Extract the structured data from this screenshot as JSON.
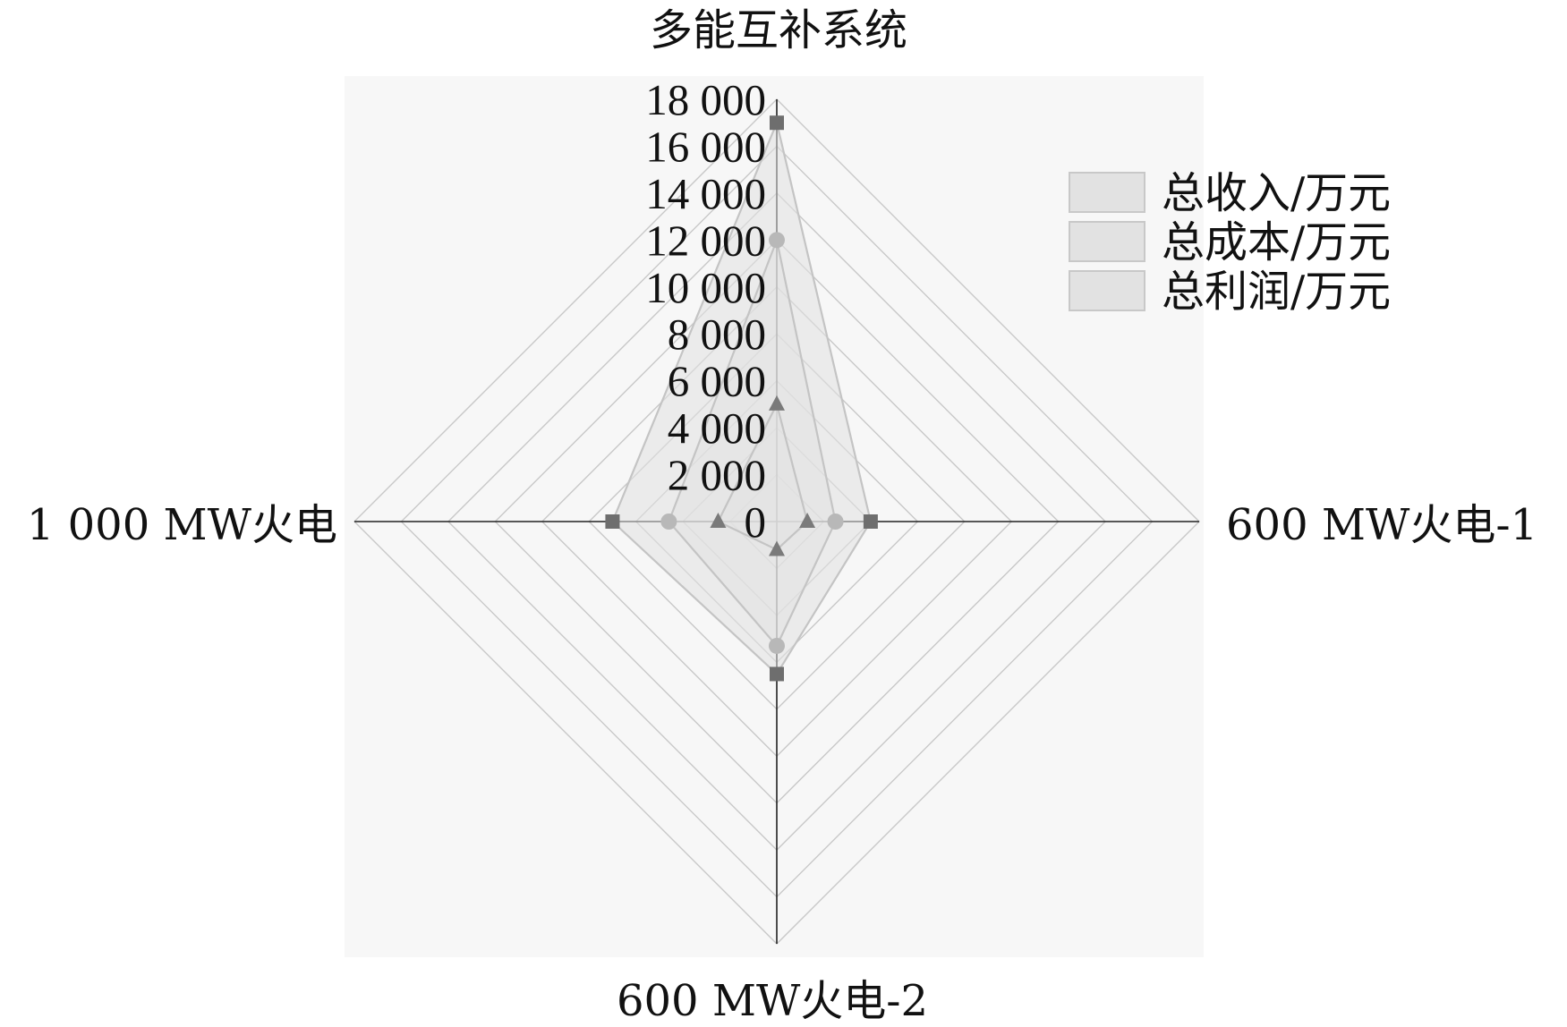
{
  "chart_data": {
    "type": "radar",
    "axes": [
      "多能互补系统",
      "600 MW火电-1",
      "600 MW火电-2",
      "1 000 MW火电"
    ],
    "rlim": [
      0,
      18000
    ],
    "r_ticks": [
      0,
      2000,
      4000,
      6000,
      8000,
      10000,
      12000,
      14000,
      16000,
      18000
    ],
    "r_tick_labels": [
      "0",
      "2 000",
      "4 000",
      "6 000",
      "8 000",
      "10 000",
      "12 000",
      "14 000",
      "16 000",
      "18 000"
    ],
    "grid": true,
    "legend_position": "top-right",
    "series": [
      {
        "name": "总收入/万元",
        "marker": "square",
        "color": "#6e6e6e",
        "values": [
          17000,
          4000,
          6500,
          7000
        ]
      },
      {
        "name": "总成本/万元",
        "marker": "circle",
        "color": "#b8b8b8",
        "values": [
          12000,
          2500,
          5300,
          4600
        ]
      },
      {
        "name": "总利润/万元",
        "marker": "triangle",
        "color": "#7a7a7a",
        "values": [
          5000,
          1300,
          1200,
          2500
        ]
      }
    ]
  },
  "colors": {
    "grid": "#c8c8c8",
    "axis": "#222222",
    "fill": "#e2e2e2",
    "plot_background": "#f7f7f7"
  }
}
